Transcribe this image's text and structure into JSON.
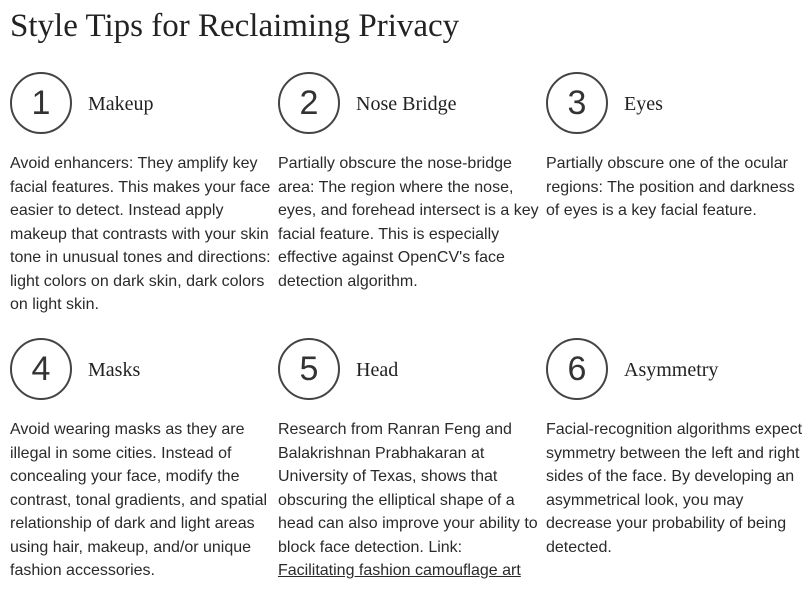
{
  "title": "Style Tips for Reclaiming Privacy",
  "tips": [
    {
      "number": "1",
      "title": "Makeup",
      "body": "Avoid enhancers: They amplify key facial features. This makes your face easier to detect. Instead apply makeup that contrasts with your skin tone in unusual tones and directions: light colors on dark skin, dark colors on light skin."
    },
    {
      "number": "2",
      "title": "Nose Bridge",
      "body": "Partially obscure the nose-bridge area: The region where the nose, eyes, and forehead intersect is a key facial feature. This is especially effective against OpenCV's face detection algorithm."
    },
    {
      "number": "3",
      "title": "Eyes",
      "body": "Partially obscure one of the ocular regions: The position and darkness of eyes is a key facial feature."
    },
    {
      "number": "4",
      "title": "Masks",
      "body": "Avoid wearing masks as they are illegal in some cities. Instead of concealing your face, modify the contrast, tonal gradients, and spatial relationship of dark and light areas using hair, makeup, and/or unique fashion accessories."
    },
    {
      "number": "5",
      "title": "Head",
      "body": "Research from Ranran Feng and Balakrishnan Prabhakaran at University of Texas, shows that obscuring the elliptical shape of a head can also improve your ability to block face detection. Link:",
      "link": "Facilitating fashion camouflage art"
    },
    {
      "number": "6",
      "title": "Asymmetry",
      "body": "Facial-recognition algorithms expect symmetry between the left and right sides of the face. By developing an asymmetrical look, you may decrease your probability of being detected."
    }
  ]
}
